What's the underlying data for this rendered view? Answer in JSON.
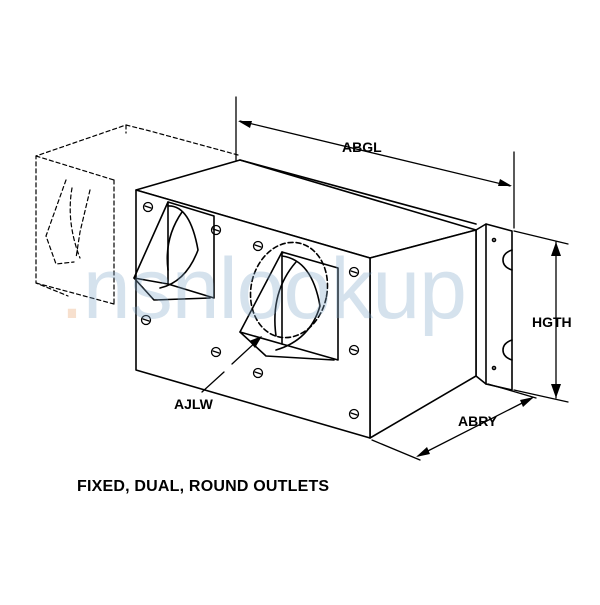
{
  "dimensions": {
    "length_label": "ABGL",
    "height_label": "HGTH",
    "depth_label": "ABRY",
    "outlet_label": "AJLW"
  },
  "caption": "FIXED, DUAL, ROUND OUTLETS",
  "watermark": {
    "prefix": ".",
    "text": "nsnlookup"
  },
  "colors": {
    "line": "#000000",
    "watermark": "#7fa6c8",
    "watermark_dot": "#e8a06a"
  }
}
